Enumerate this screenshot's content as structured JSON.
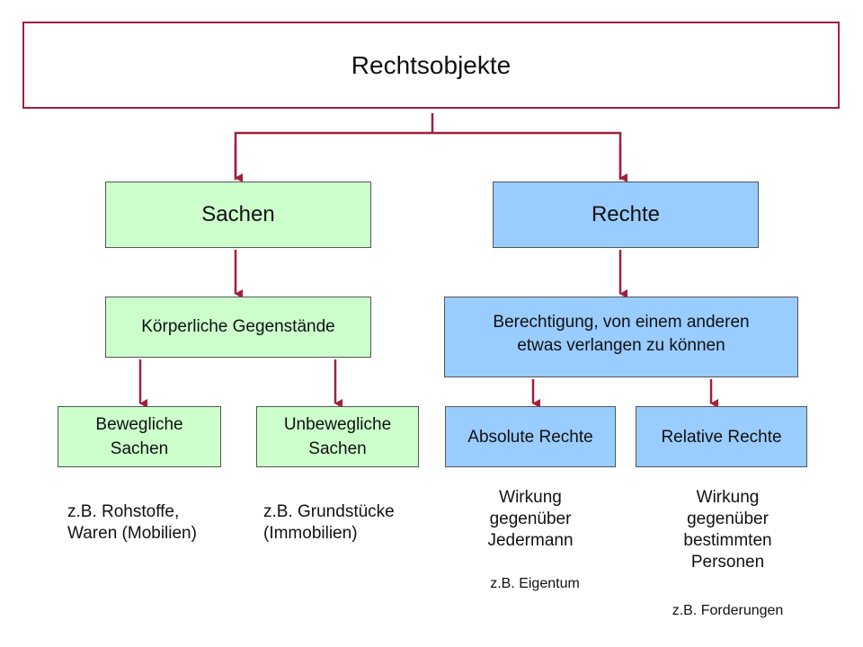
{
  "title": "Rechtsobjekte",
  "left": {
    "label": "Sachen",
    "child": "Körperliche Gegenstände",
    "leaves": [
      {
        "label_lines": [
          "Bewegliche",
          "Sachen"
        ],
        "example_lines": [
          "z.B. Rohstoffe,",
          "Waren (Mobilien)"
        ]
      },
      {
        "label_lines": [
          "Unbewegliche",
          "Sachen"
        ],
        "example_lines": [
          "z.B. Grundstücke",
          "(Immobilien)"
        ]
      }
    ]
  },
  "right": {
    "label": "Rechte",
    "child_lines": [
      "Berechtigung, von einem anderen",
      "etwas verlangen zu können"
    ],
    "leaves": [
      {
        "label": "Absolute Rechte",
        "effect_lines": [
          "Wirkung",
          "gegenüber",
          "Jedermann"
        ],
        "example": "z.B. Eigentum"
      },
      {
        "label": "Relative Rechte",
        "effect_lines": [
          "Wirkung",
          "gegenüber",
          "bestimmten",
          "Personen"
        ],
        "example": "z.B. Forderungen"
      }
    ]
  },
  "colors": {
    "border_accent": "#a0203c",
    "arrow": "#a0203c",
    "green_fill": "#ccffcc",
    "blue_fill": "#99ccff"
  }
}
